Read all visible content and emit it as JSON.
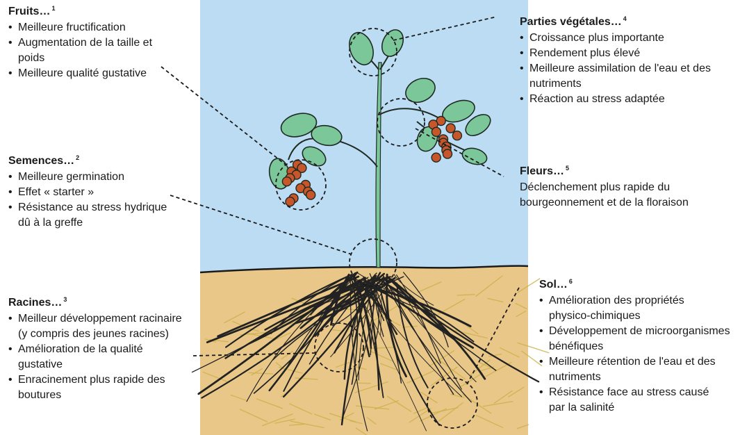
{
  "colors": {
    "sky": "#bcdcf3",
    "soil": "#e9c788",
    "leaf": "#7cc79a",
    "leaf_stroke": "#1e2a22",
    "fruit": "#c7562a",
    "root": "#222222",
    "straw": "#c9b04a",
    "text": "#1a1a1a"
  },
  "sections": {
    "fruits": {
      "title": "Fruits…",
      "note": "1",
      "items": [
        "Meilleure fructification",
        "Augmentation de la taille et poids",
        "Meilleure qualité gustative"
      ]
    },
    "semences": {
      "title": "Semences…",
      "note": "2",
      "items": [
        "Meilleure germination",
        "Effet « starter »",
        "Résistance au stress hydrique dû à la greffe"
      ]
    },
    "racines": {
      "title": "Racines…",
      "note": "3",
      "items": [
        "Meilleur développement racinaire (y compris des jeunes racines)",
        "Amélioration de la qualité gustative",
        "Enracinement plus rapide des boutures"
      ]
    },
    "parties": {
      "title": "Parties végétales…",
      "note": "4",
      "items": [
        "Croissance plus importante",
        "Rendement plus élevé",
        "Meilleure assimilation de l'eau et des nutriments",
        "Réaction au stress adaptée"
      ]
    },
    "fleurs": {
      "title": "Fleurs…",
      "note": "5",
      "text": "Déclenchement plus rapide du bourgeonnement et de la floraison"
    },
    "sol": {
      "title": "Sol…",
      "note": "6",
      "items": [
        "Amélioration des propriétés physico-chimiques",
        "Développement de microorganismes bénéfiques",
        "Meilleure rétention de l'eau et des nutriments",
        "Résistance face au stress causé par la salinité"
      ]
    }
  }
}
